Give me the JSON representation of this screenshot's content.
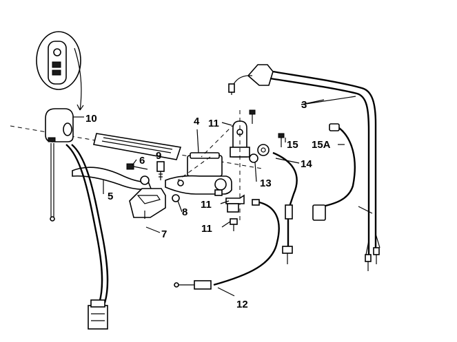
{
  "labels": {
    "l10": "10",
    "l4": "4",
    "l11a": "11",
    "l15": "15",
    "l15a": "15A",
    "l3": "3",
    "l6": "6",
    "l9": "9",
    "l14": "14",
    "l13": "13",
    "l5": "5",
    "l11b": "11",
    "l8": "8",
    "l11c": "11",
    "l7": "7",
    "l12": "12"
  }
}
